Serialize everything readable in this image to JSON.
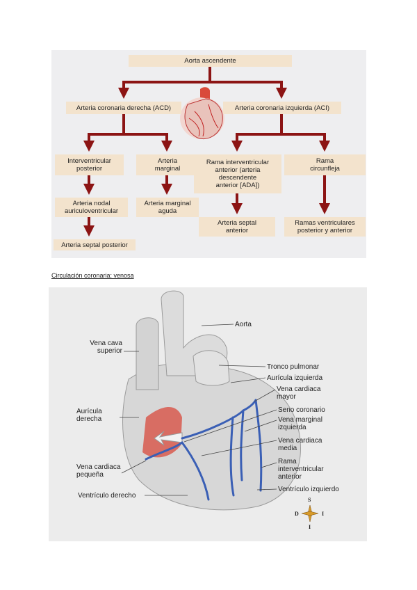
{
  "arterial": {
    "aorta": "Aorta ascendente",
    "acd": "Arteria coronaria derecha (ACD)",
    "aci": "Arteria coronaria izquierda (ACI)",
    "ivp": "Interventricular\nposterior",
    "marginal": "Arteria\nmarginal",
    "iva": "Rama interventricular\nanterior (arteria\ndescendente\nanterior [ADA])",
    "circ": "Rama\ncircunfleja",
    "nodal": "Arteria nodal\nauriculoventricular",
    "marg_aguda": "Arteria marginal\naguda",
    "septal_ant": "Arteria septal\nanterior",
    "ramas_vent": "Ramas ventriculares\nposterior y anterior",
    "septal_post": "Arteria septal posterior"
  },
  "venous": {
    "title": "Circulación coronaria: venosa",
    "labels": {
      "aorta": "Aorta",
      "vcs": "Vena cava\nsuperior",
      "tronco": "Tronco pulmonar",
      "auricula_izq": "Aurícula izquierda",
      "vcm": "Vena cardiaca\nmayor",
      "auricula_der": "Aurícula\nderecha",
      "seno": "Seno coronario",
      "vmi": "Vena marginal\nizquierda",
      "vcmedia": "Vena cardiaca\nmedia",
      "vcp": "Vena cardiaca\npequeña",
      "rama_iv": "Rama\ninterventricular\nanterior",
      "vent_der": "Ventrículo derecho",
      "vent_izq": "Ventrículo izquierdo"
    },
    "compass": {
      "s": "S",
      "d": "D",
      "i_right": "I",
      "i_bottom": "I"
    }
  },
  "colors": {
    "arrow": "#8c1414",
    "box": "#f3e3cd",
    "vein": "#3a5fb5",
    "heart": "#d9d9d9",
    "atrium_red": "#d84a3c"
  }
}
